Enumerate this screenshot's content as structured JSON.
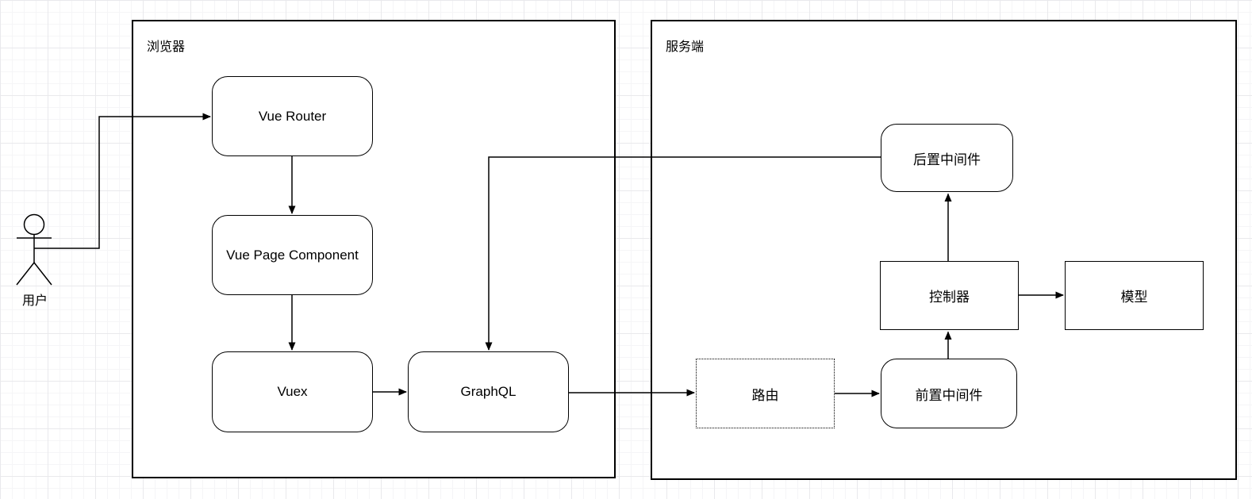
{
  "actor": {
    "label": "用户"
  },
  "containers": {
    "browser": {
      "label": "浏览器"
    },
    "server": {
      "label": "服务端"
    }
  },
  "nodes": {
    "vue_router": {
      "label": "Vue Router",
      "shape": "rounded"
    },
    "vue_page_component": {
      "label": "Vue Page Component",
      "shape": "rounded"
    },
    "vuex": {
      "label": "Vuex",
      "shape": "rounded"
    },
    "graphql": {
      "label": "GraphQL",
      "shape": "rounded"
    },
    "route": {
      "label": "路由",
      "shape": "dotted-rect"
    },
    "pre_middleware": {
      "label": "前置中间件",
      "shape": "rounded"
    },
    "controller": {
      "label": "控制器",
      "shape": "rect"
    },
    "model": {
      "label": "模型",
      "shape": "rect"
    },
    "post_middleware": {
      "label": "后置中间件",
      "shape": "rounded"
    }
  },
  "edges": [
    {
      "from": "用户",
      "to": "Vue Router"
    },
    {
      "from": "Vue Router",
      "to": "Vue Page Component"
    },
    {
      "from": "Vue Page Component",
      "to": "Vuex"
    },
    {
      "from": "Vuex",
      "to": "GraphQL"
    },
    {
      "from": "GraphQL",
      "to": "路由"
    },
    {
      "from": "路由",
      "to": "前置中间件"
    },
    {
      "from": "前置中间件",
      "to": "控制器"
    },
    {
      "from": "控制器",
      "to": "后置中间件"
    },
    {
      "from": "控制器",
      "to": "模型"
    },
    {
      "from": "后置中间件",
      "to": "GraphQL"
    }
  ],
  "colors": {
    "stroke": "#000000",
    "node_fill": "#ffffff",
    "grid_minor": "#f5f5f7",
    "grid_major": "#e9e9ec"
  }
}
